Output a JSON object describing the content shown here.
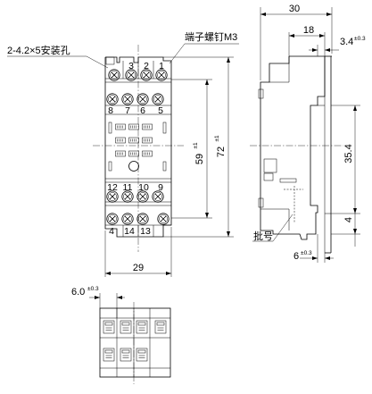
{
  "labels": {
    "mount_holes": "2-4.2×5安装孔",
    "terminal_screw": "端子螺钉M3",
    "batch_no": "批号"
  },
  "front_view": {
    "top_terminals": [
      "3",
      "2",
      "1"
    ],
    "upper_inner_terminals": [
      "8",
      "7",
      "6",
      "5"
    ],
    "lower_inner_terminals": [
      "12",
      "11",
      "10",
      "9"
    ],
    "bottom_terminals": [
      "4",
      "14",
      "13"
    ]
  },
  "dimensions": {
    "front_width": "29",
    "inner_height": "59",
    "inner_height_tol": "±1",
    "overall_height": "72",
    "overall_height_tol": "±1",
    "side_depth": "30",
    "rail_offset": "18",
    "top_step": "3.4",
    "top_step_tol": "±0.3",
    "rail_width": "35.4",
    "rail_lip": "4",
    "bottom_slot": "6",
    "bottom_slot_tol": "±0.3",
    "bottom_view_offset": "6.0",
    "bottom_view_offset_tol": "±0.3"
  }
}
